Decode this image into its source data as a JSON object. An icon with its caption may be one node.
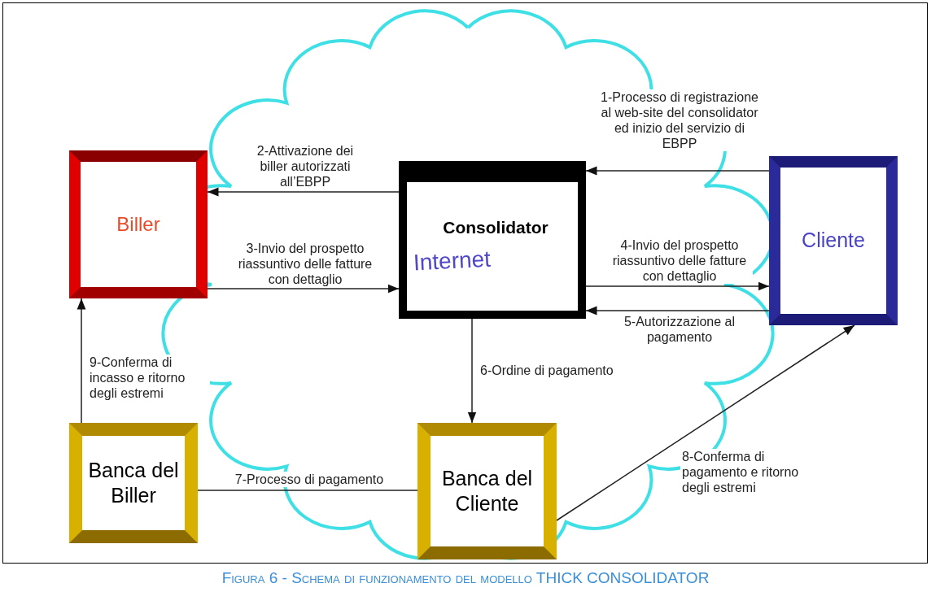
{
  "diagram": {
    "caption": "Figura 6 - Schema di funzionamento del modello THICK CONSOLIDATOR",
    "nodes": [
      {
        "text": [
          "Biller"
        ]
      },
      {
        "text": [
          "Consolidator",
          "Internet"
        ]
      },
      {
        "text": [
          "Cliente"
        ]
      },
      {
        "text": [
          "Banca del Biller"
        ]
      },
      {
        "text": [
          "Banca del Cliente"
        ]
      }
    ],
    "edges": [
      {
        "from": 2,
        "to": 1,
        "arrow": "to",
        "label": "1-Processo di registrazione al web-site del consolidator ed inizio del servizio di EBPP"
      },
      {
        "from": 1,
        "to": 0,
        "arrow": "to",
        "label": "2-Attivazione dei biller autorizzati all’EBPP"
      },
      {
        "from": 0,
        "to": 1,
        "arrow": "to",
        "label": "3-Invio del prospetto riassuntivo delle fatture con dettaglio"
      },
      {
        "from": 1,
        "to": 2,
        "arrow": "to",
        "label": "4-Invio del prospetto riassuntivo delle fatture con dettaglio"
      },
      {
        "from": 2,
        "to": 1,
        "arrow": "to",
        "label": "5-Autorizzazione al pagamento"
      },
      {
        "from": 1,
        "to": 4,
        "arrow": "to",
        "label": "6-Ordine di pagamento"
      },
      {
        "from": 3,
        "to": 4,
        "arrow": "none",
        "label": "7-Processo di pagamento"
      },
      {
        "from": 4,
        "to": 2,
        "arrow": "to",
        "label": "8-Conferma di pagamento e ritorno degli estremi"
      },
      {
        "from": 3,
        "to": 0,
        "arrow": "to",
        "label": "9-Conferma di incasso e ritorno degli estremi"
      }
    ]
  }
}
